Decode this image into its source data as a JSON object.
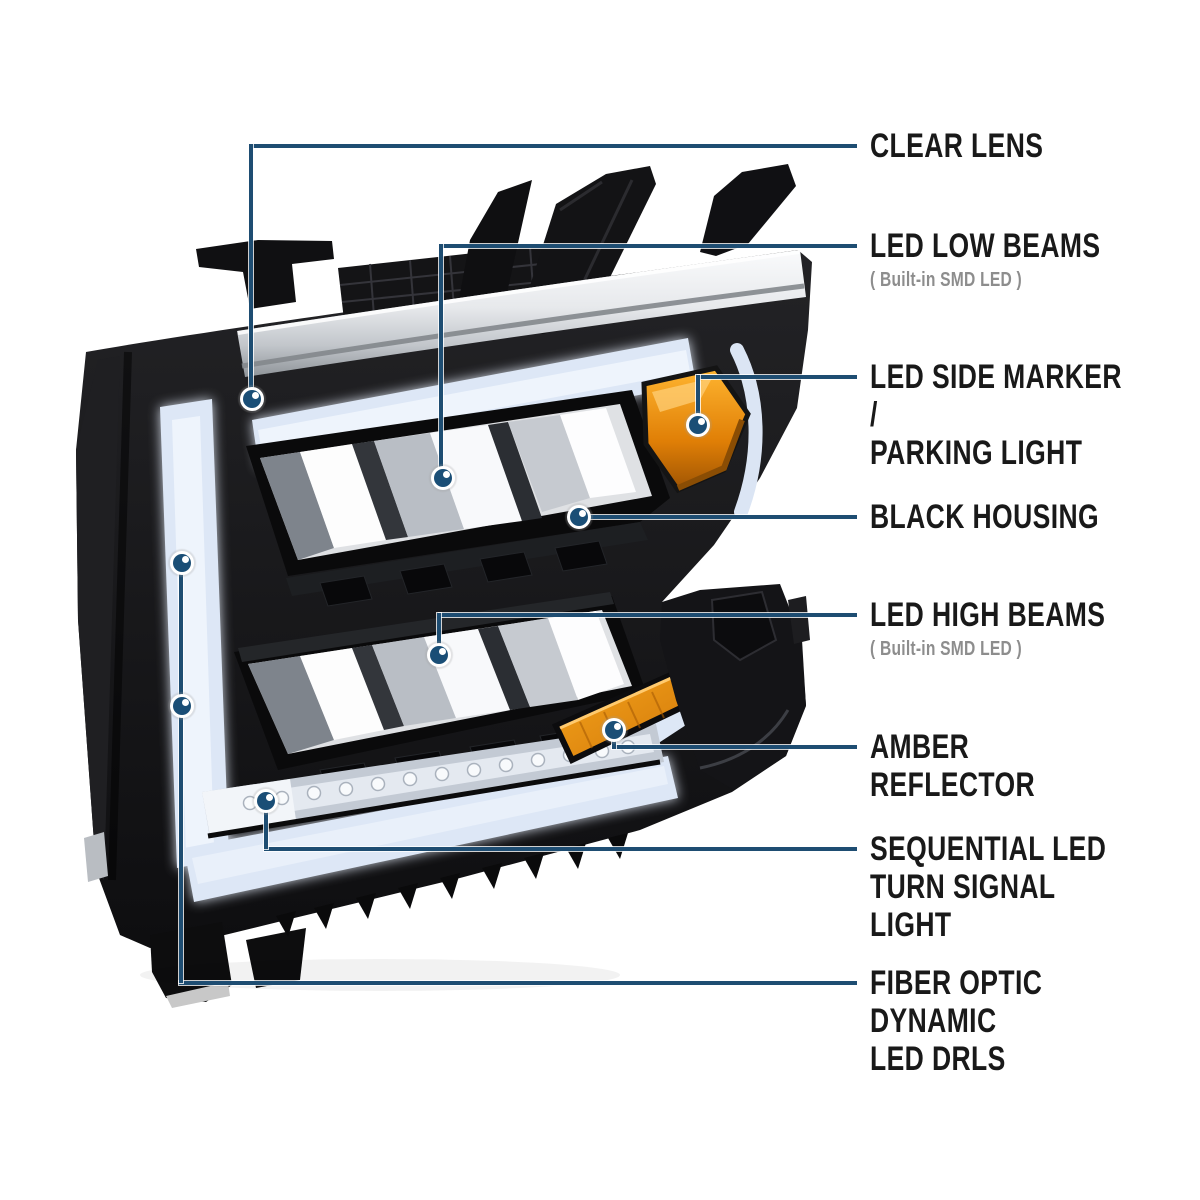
{
  "colors": {
    "background": "#ffffff",
    "leader_line": "#1e4d72",
    "dot_fill": "#1a4e76",
    "label_text": "#191919",
    "sublabel_text": "#8d8d8d",
    "amber": "#e8920f",
    "drl_white": "#dde7f6",
    "chrome": "#c2c6cb",
    "housing_black": "#121214"
  },
  "callouts": [
    {
      "id": "clear-lens",
      "label": "CLEAR LENS",
      "sublabel": ""
    },
    {
      "id": "led-low-beams",
      "label": "LED LOW BEAMS",
      "sublabel": "( Built-in SMD LED )"
    },
    {
      "id": "led-side-marker",
      "label": "LED SIDE MARKER /\nPARKING LIGHT",
      "sublabel": ""
    },
    {
      "id": "black-housing",
      "label": "BLACK HOUSING",
      "sublabel": ""
    },
    {
      "id": "led-high-beams",
      "label": "LED HIGH BEAMS",
      "sublabel": "( Built-in SMD LED )"
    },
    {
      "id": "amber-reflector",
      "label": "AMBER REFLECTOR",
      "sublabel": ""
    },
    {
      "id": "sequential-led",
      "label": "SEQUENTIAL LED\nTURN SIGNAL LIGHT",
      "sublabel": ""
    },
    {
      "id": "fiber-optic-drls",
      "label": "FIBER OPTIC DYNAMIC\nLED DRLS",
      "sublabel": ""
    }
  ]
}
